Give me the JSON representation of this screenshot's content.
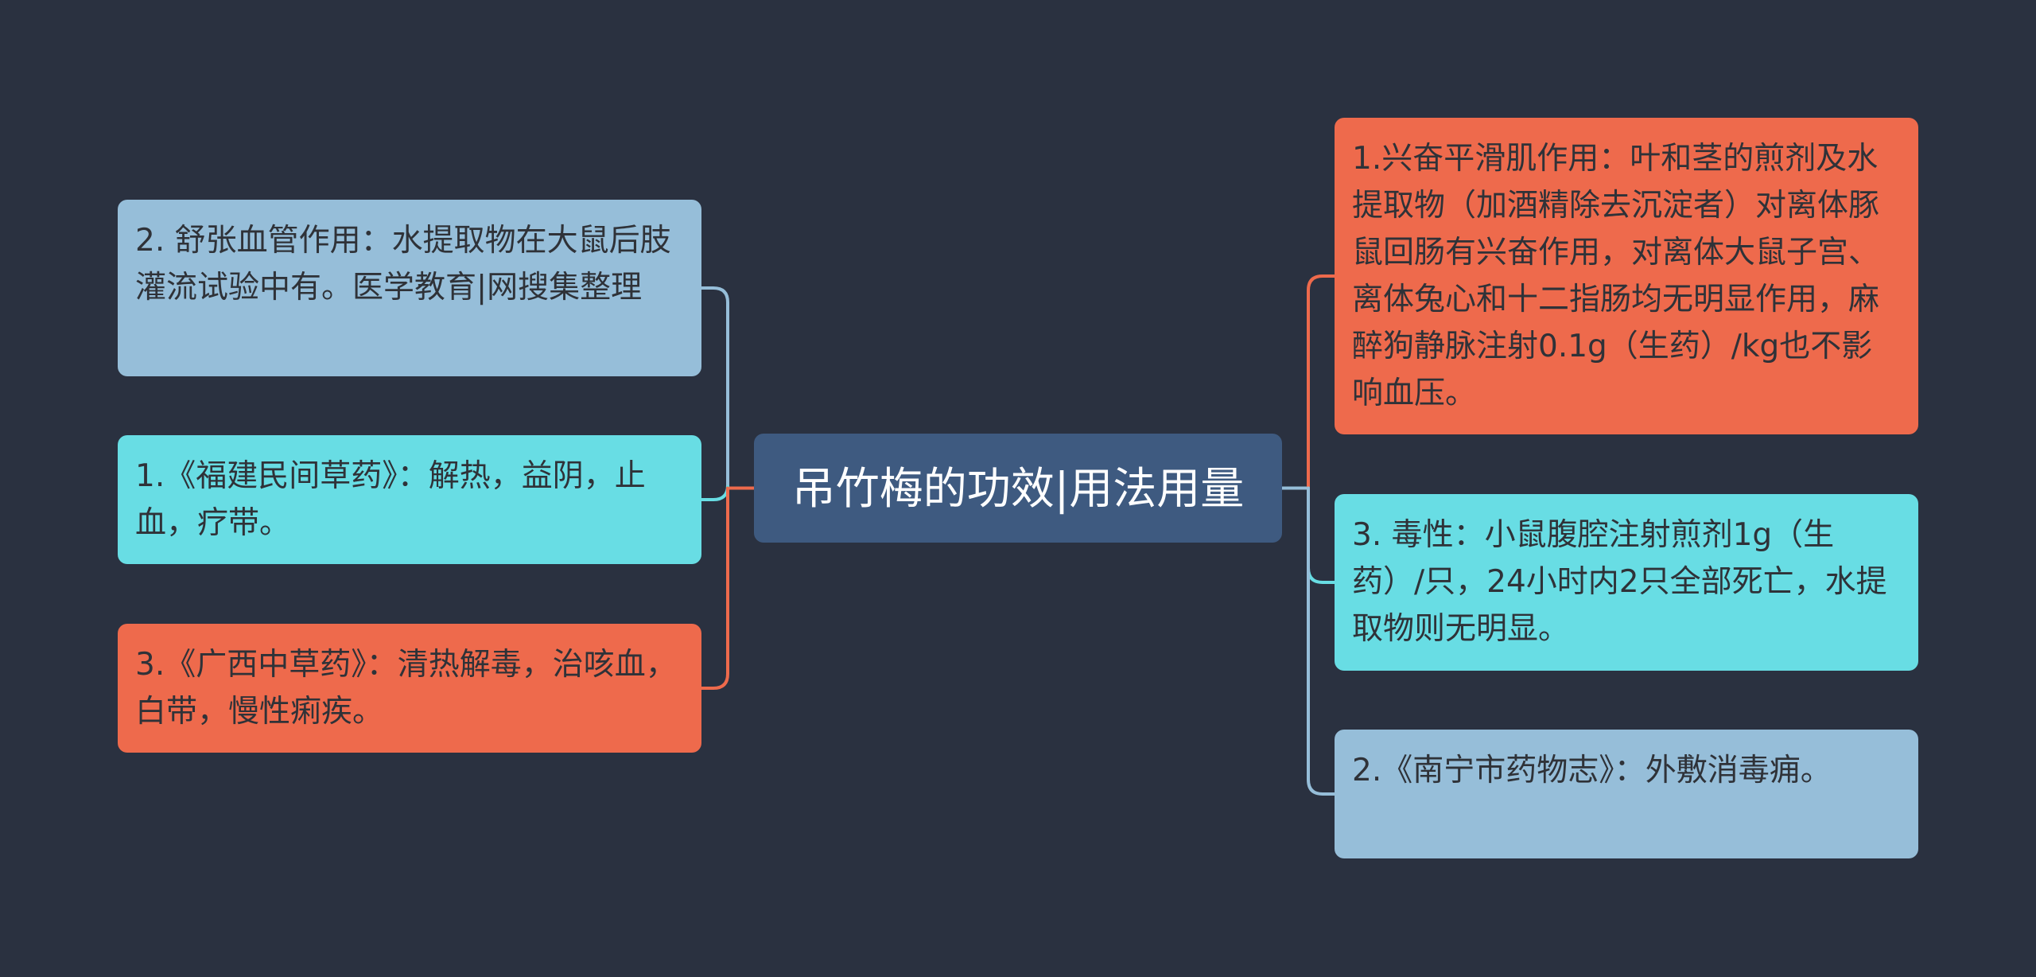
{
  "root": {
    "text": "吊竹梅的功效|用法用量",
    "color": "#3e5a80"
  },
  "left_nodes": [
    {
      "id": "left-0",
      "text": "2. 舒张血管作用：水提取物在大鼠后肢灌流试验中有。医学教育|网搜集整理",
      "color": "#96bed9",
      "line": "#96bed9"
    },
    {
      "id": "left-1",
      "text": "1.《福建民间草药》：解热，益阴，止血，疗带。",
      "color": "#68dde4",
      "line": "#68dde4"
    },
    {
      "id": "left-2",
      "text": "3.《广西中草药》：清热解毒，治咳血，白带，慢性痢疾。",
      "color": "#ee6a4c",
      "line": "#ee6a4c"
    }
  ],
  "right_nodes": [
    {
      "id": "right-0",
      "text": "1.兴奋平滑肌作用：叶和茎的煎剂及水提取物（加酒精除去沉淀者）对离体豚鼠回肠有兴奋作用，对离体大鼠子宫、离体兔心和十二指肠均无明显作用，麻醉狗静脉注射0.1g（生药）/kg也不影响血压。",
      "color": "#ee6a4c",
      "line": "#ee6a4c"
    },
    {
      "id": "right-1",
      "text": "3. 毒性：小鼠腹腔注射煎剂1g（生药）/只，24小时内2只全部死亡，水提取物则无明显。",
      "color": "#68dde4",
      "line": "#68dde4"
    },
    {
      "id": "right-2",
      "text": "2.《南宁市药物志》：外敷消毒痈。",
      "color": "#96bed9",
      "line": "#96bed9"
    }
  ],
  "root_left_link_color": "#ee6a4c",
  "root_right_link_color": "#96bed9"
}
